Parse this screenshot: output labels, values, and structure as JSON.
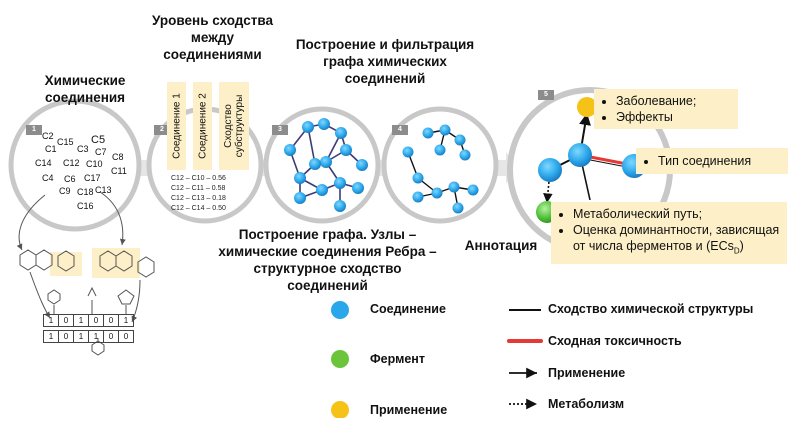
{
  "steps": {
    "s1": {
      "number": "1",
      "title": "Химические соединения"
    },
    "s2": {
      "number": "2",
      "title": "Уровень сходства между соединениями",
      "columns": [
        "Соединение 1",
        "Соединение 2",
        "Сходство субструктуры"
      ],
      "rows": [
        "C12 – C10 – 0.56",
        "C12 – C11 – 0.58",
        "C12 – C13 – 0.18",
        "C12 – C14 – 0.50"
      ]
    },
    "s3": {
      "number": "3",
      "caption": "Построение графа. Узлы – химические соединения Ребра – структурное сходство соединений"
    },
    "s4": {
      "number": "4",
      "title": "Построение и фильтрация графа химических соединений"
    },
    "s5": {
      "number": "5",
      "title": "Аннотация"
    }
  },
  "compounds": [
    "C2",
    "C15",
    "C5",
    "C1",
    "C3",
    "C7",
    "C8",
    "C14",
    "C12",
    "C10",
    "C11",
    "C4",
    "C6",
    "C17",
    "C9",
    "C18",
    "C13",
    "C16"
  ],
  "fingerprints": {
    "row1": [
      "1",
      "0",
      "1",
      "0",
      "0",
      "1"
    ],
    "row2": [
      "1",
      "0",
      "1",
      "1",
      "0",
      "0"
    ]
  },
  "callouts": {
    "disease": [
      "Заболевание;",
      "Эффекты"
    ],
    "type": [
      "Тип соединения"
    ],
    "pathway": [
      "Метаболический путь;",
      "Оценка доминантности, зависящая от числа ферментов и (ECs",
      "D",
      ")"
    ]
  },
  "legend": {
    "compound": "Соединение",
    "enzyme": "Фермент",
    "application_node": "Применение",
    "structural_similarity": "Сходство химической структуры",
    "toxicity": "Сходная токсичность",
    "application_edge": "Применение",
    "metabolism": "Метаболизм"
  },
  "colors": {
    "compound": "#2aa6ea",
    "enzyme": "#6cc43b",
    "application": "#f5c217",
    "toxicity": "#e53935",
    "panel": "#fdf0c8",
    "circle": "#c8c8c8"
  }
}
